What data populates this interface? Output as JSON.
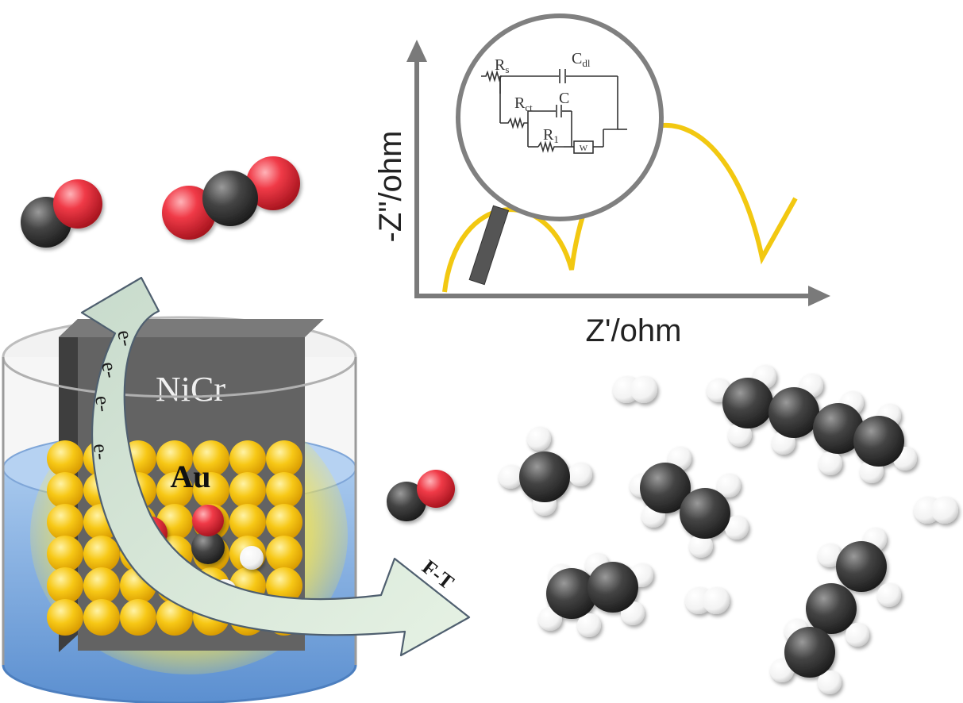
{
  "axes": {
    "y_label": "-Z\"/ohm",
    "x_label": "Z'/ohm"
  },
  "circuit": {
    "rs": "R",
    "rs_sub": "s",
    "cdl": "C",
    "cdl_sub": "dl",
    "rct": "R",
    "rct_sub": "ct",
    "c": "C",
    "r1": "R",
    "r1_sub": "1",
    "w": "W"
  },
  "electrode": {
    "plate_label": "NiCr",
    "catalyst_label": "Au"
  },
  "arrow": {
    "electrons": [
      "e-",
      "e-",
      "e-",
      "e-"
    ],
    "process_label": "F-T"
  },
  "colors": {
    "carbon": "#3a3a3a",
    "oxygen": "#e8313f",
    "hydrogen": "#ffffff",
    "gold": "#f5c518",
    "electrolyte": "#5b9bd5",
    "nyquist_curve": "#f2c811",
    "plate": "#5f5f5f",
    "arrow_fill": "#d6e8da"
  }
}
